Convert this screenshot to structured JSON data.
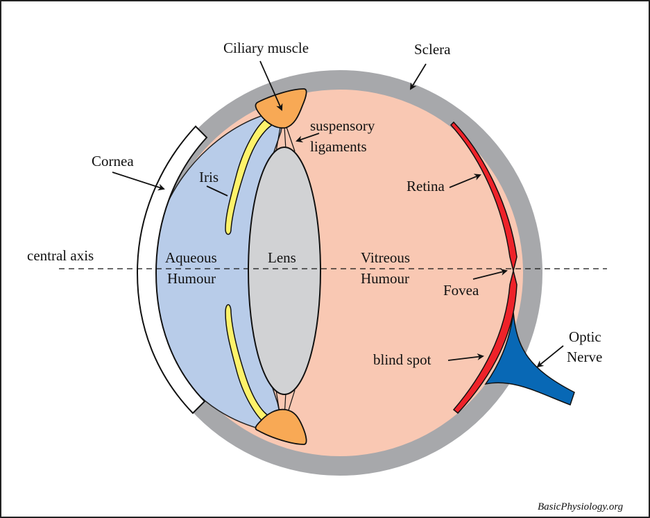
{
  "title": "Eye anatomy diagram",
  "labels": {
    "ciliary_muscle": "Ciliary muscle",
    "sclera": "Sclera",
    "suspensory_1": "suspensory",
    "suspensory_2": "ligaments",
    "cornea": "Cornea",
    "iris": "Iris",
    "retina": "Retina",
    "central_axis": "central axis",
    "aqueous_1": "Aqueous",
    "aqueous_2": "Humour",
    "lens": "Lens",
    "vitreous_1": "Vitreous",
    "vitreous_2": "Humour",
    "fovea": "Fovea",
    "optic_1": "Optic",
    "optic_2": "Nerve",
    "blind_spot": "blind spot"
  },
  "credit": "BasicPhysiology.org",
  "colors": {
    "sclera": "#a7a8ab",
    "vitreous": "#f9c8b3",
    "aqueous": "#b8cce9",
    "lens": "#d1d2d4",
    "ciliary": "#f8a955",
    "iris": "#fef26a",
    "retina": "#ee2229",
    "optic_nerve": "#0868b5",
    "cornea": "#ffffff"
  }
}
